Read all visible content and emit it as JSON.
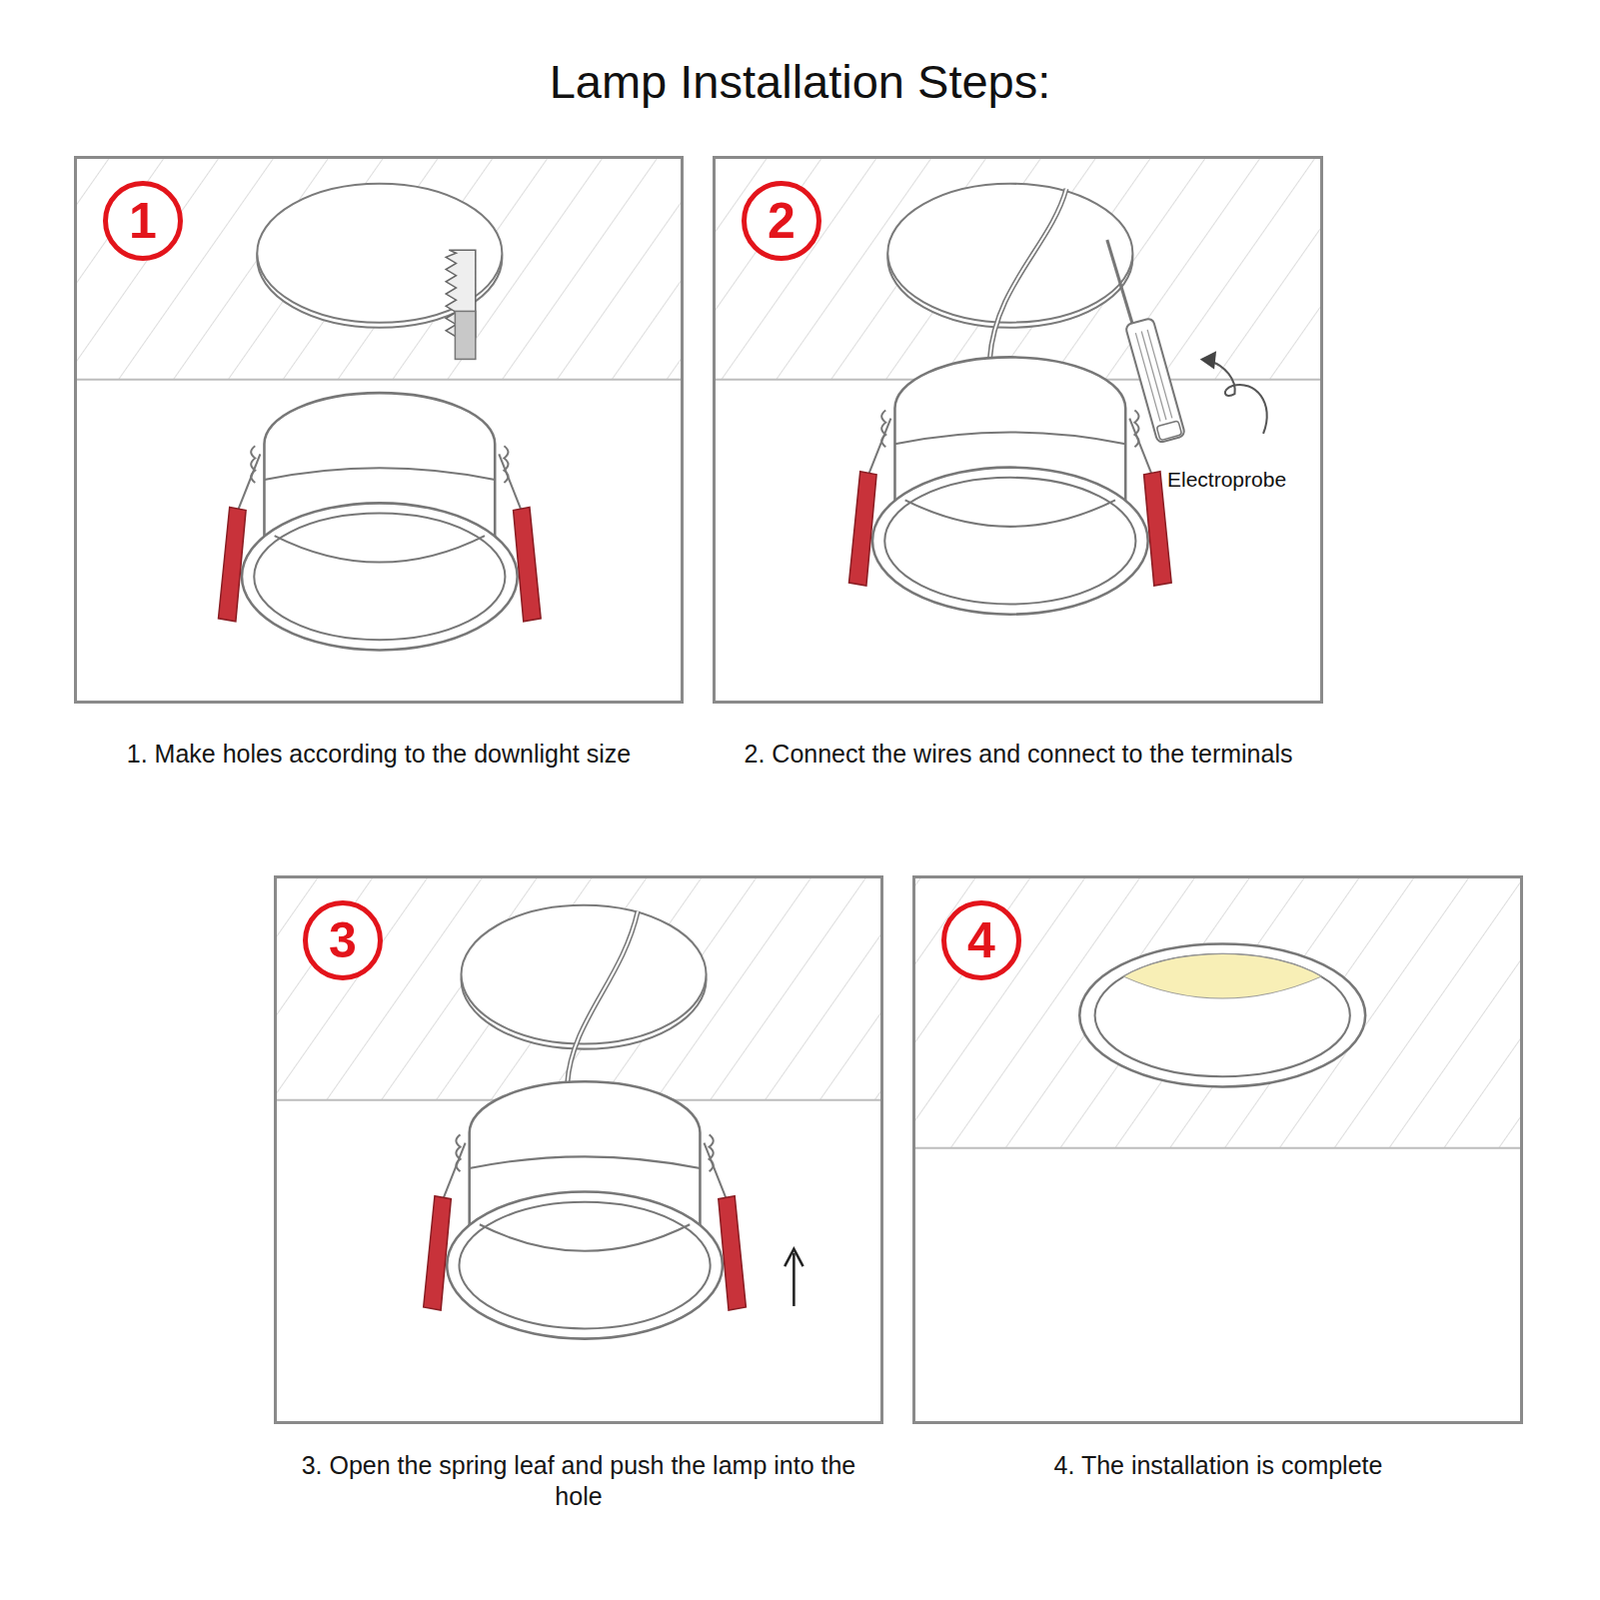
{
  "diagram": {
    "title": "Lamp Installation Steps:",
    "nodes": [
      {
        "text": [
          "1. Make holes according to the downlight size"
        ]
      },
      {
        "text": [
          "1"
        ],
        "in": 0
      },
      {
        "text": [
          "2. Connect the wires and connect to the terminals"
        ]
      },
      {
        "text": [
          "2"
        ],
        "in": 2
      },
      {
        "text": [
          "3. Open the spring leaf and push the lamp into the hole"
        ]
      },
      {
        "text": [
          "3"
        ],
        "in": 4
      },
      {
        "text": [
          "4. The installation is complete"
        ]
      },
      {
        "text": [
          "4"
        ],
        "in": 6
      }
    ],
    "labels": [
      "Electroprobe"
    ]
  }
}
